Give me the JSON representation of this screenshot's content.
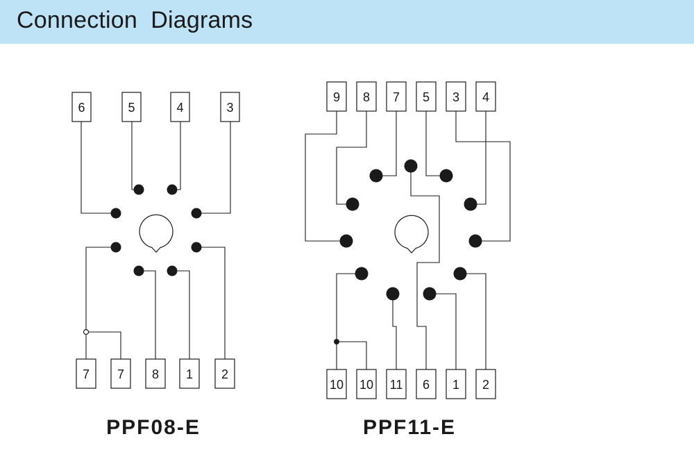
{
  "header": {
    "title": "Connection  Diagrams"
  },
  "colors": {
    "header_bg": "#bfe3f6",
    "ink": "#1a1a1a"
  },
  "diagrams": [
    {
      "model": "PPF08-E",
      "top_terminals": [
        "6",
        "5",
        "4",
        "3"
      ],
      "bottom_terminals": [
        "7",
        "7",
        "8",
        "1",
        "2"
      ]
    },
    {
      "model": "PPF11-E",
      "top_terminals": [
        "9",
        "8",
        "7",
        "5",
        "3",
        "4"
      ],
      "bottom_terminals": [
        "10",
        "10",
        "11",
        "6",
        "1",
        "2"
      ]
    }
  ]
}
